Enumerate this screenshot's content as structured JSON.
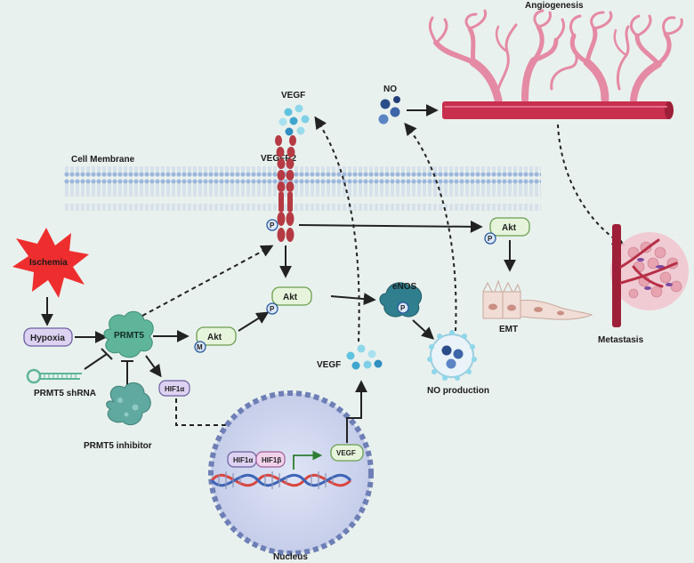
{
  "labels": {
    "angiogenesis": "Angiogenesis",
    "no_top": "NO",
    "vegf_top": "VEGF",
    "vegfr2": "VEGFR2",
    "cell_membrane": "Cell Membrane",
    "ischemia": "Ischemia",
    "hypoxia": "Hypoxia",
    "prmt5": "PRMT5",
    "prmt5_shrna": "PRMT5 shRNA",
    "prmt5_inhibitor": "PRMT5 inhibitor",
    "hif1a_small": "HIF1α",
    "akt_m": "Akt",
    "akt_center": "Akt",
    "akt_right": "Akt",
    "enos": "eNOS",
    "no_production": "NO production",
    "vegf_mid": "VEGF",
    "emt": "EMT",
    "metastasis": "Metastasis",
    "nucleus": "Nucleus",
    "hif1a_dna": "HIF1α",
    "hif1b_dna": "HIF1β",
    "vegf_gene": "VEGF",
    "p": "P",
    "m": "M"
  },
  "colors": {
    "background": "#e9f1ee",
    "vessel_pink": "#e58aa4",
    "vessel_red": "#c8304e",
    "prmt5_green": "#5fb59a",
    "receptor_red": "#b63a43",
    "pill_green": "#e6f4dc",
    "pill_purple": "#ded2f2",
    "ischemia_red": "#ee2e2e",
    "nucleus_blue": "#b8c4e4",
    "dna_red": "#d9463f",
    "dna_blue": "#3d64b6"
  }
}
